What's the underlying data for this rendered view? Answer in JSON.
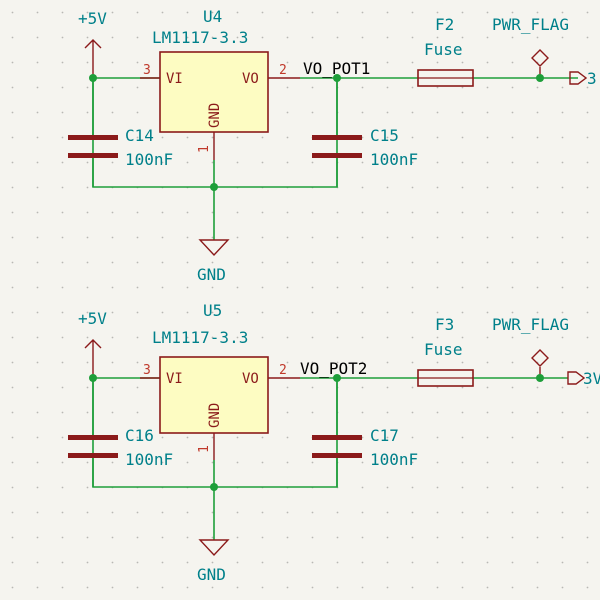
{
  "colors": {
    "background": "#f5f4ef",
    "wire": "#1e9e3a",
    "component": "#8b1a1a",
    "ic_fill": "#fdfcc2",
    "label": "#00808a",
    "pin_number": "#c0392b",
    "net_label": "#000000"
  },
  "blocks": [
    {
      "power_label": "+5V",
      "regulator": {
        "ref": "U4",
        "value": "LM1117-3.3",
        "pin_vi": "VI",
        "pin_vo": "VO",
        "pin_gnd": "GND",
        "pin3": "3",
        "pin2": "2",
        "pin1": "1"
      },
      "cap_in": {
        "ref": "C14",
        "value": "100nF"
      },
      "cap_out": {
        "ref": "C15",
        "value": "100nF"
      },
      "net_label": "VO_POT1",
      "fuse": {
        "ref": "F2",
        "value": "Fuse"
      },
      "flag": "PWR_FLAG",
      "out_label": "3",
      "gnd_label": "GND"
    },
    {
      "power_label": "+5V",
      "regulator": {
        "ref": "U5",
        "value": "LM1117-3.3",
        "pin_vi": "VI",
        "pin_vo": "VO",
        "pin_gnd": "GND",
        "pin3": "3",
        "pin2": "2",
        "pin1": "1"
      },
      "cap_in": {
        "ref": "C16",
        "value": "100nF"
      },
      "cap_out": {
        "ref": "C17",
        "value": "100nF"
      },
      "net_label": "VO_POT2",
      "fuse": {
        "ref": "F3",
        "value": "Fuse"
      },
      "flag": "PWR_FLAG",
      "out_label": "3V",
      "gnd_label": "GND"
    }
  ]
}
